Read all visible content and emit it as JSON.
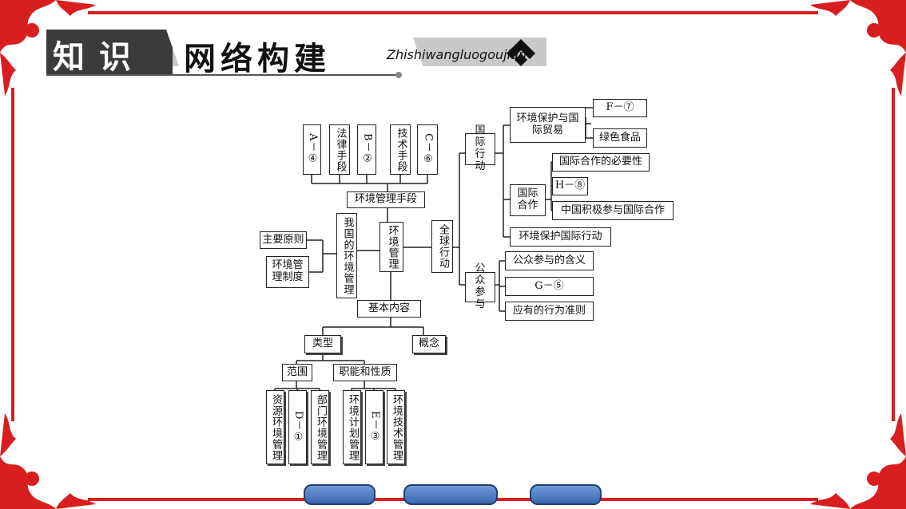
{
  "header": {
    "zhishi": "知识",
    "title": "网络构建",
    "pinyin": "Zhishiwangluogoujian"
  },
  "diagram": {
    "hand_a": "A－④",
    "hand_law": "法律手段",
    "hand_b": "B－②",
    "hand_tech": "技术手段",
    "hand_c": "C－⑥",
    "means": "环境管理手段",
    "principle": "主要原则",
    "system": "环境管理制度",
    "cn_mgmt": "我国的环境管理",
    "env_mgmt": "环境管理",
    "global": "全球行动",
    "basic": "基本内容",
    "types": "类型",
    "concept": "概念",
    "scope": "范围",
    "func": "职能和性质",
    "resource": "资源环境管理",
    "d1": "D－①",
    "dept": "部门环境管理",
    "plan": "环境计划管理",
    "e3": "E－③",
    "techmgmt": "环境技术管理",
    "intl_action": "国际行动",
    "public": "公众参与",
    "trade": "环境保护与国际贸易",
    "f7": "F－⑦",
    "green": "绿色食品",
    "intl_coop": "国际合作",
    "necessity": "国际合作的必要性",
    "h8": "H－⑧",
    "china": "中国积极参与国际合作",
    "intl_env": "环境保护国际行动",
    "meaning": "公众参与的含义",
    "g5": "G－⑤",
    "norms": "应有的行为准则"
  },
  "colors": {
    "frame": "#d81e1e",
    "nav_button": "#4f7ec6"
  }
}
